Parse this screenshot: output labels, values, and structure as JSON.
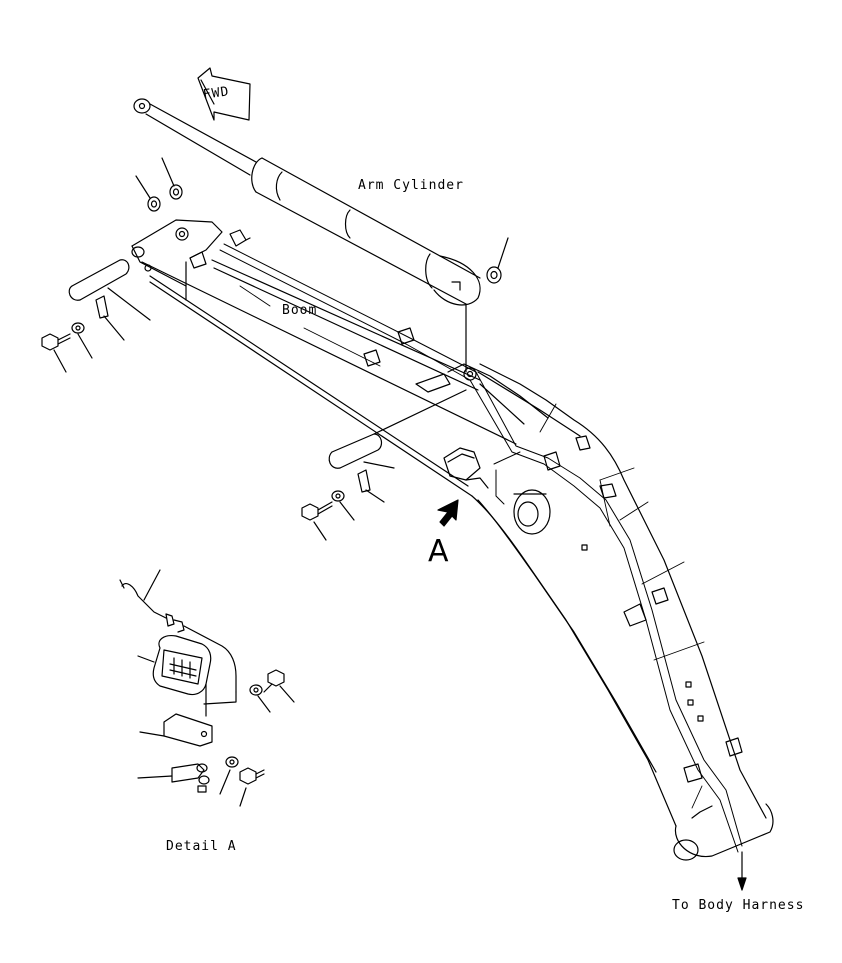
{
  "labels": {
    "fwd": "FWD",
    "arm_cylinder": "Arm Cylinder",
    "boom": "Boom",
    "view_a": "A",
    "detail_a": "Detail A",
    "to_body_harness": "To Body Harness"
  },
  "colors": {
    "line": "#000000",
    "background": "#ffffff"
  }
}
